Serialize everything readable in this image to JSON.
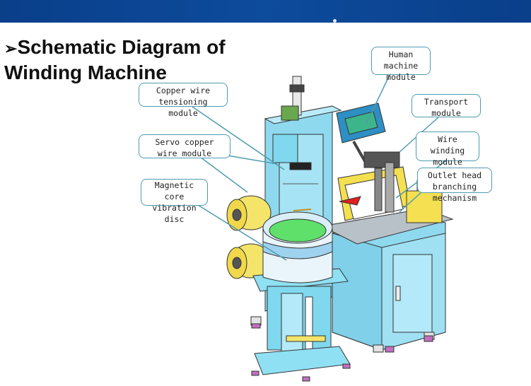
{
  "title": {
    "bullet": "➢",
    "line1": "Schematic Diagram of",
    "line2": "Winding Machine"
  },
  "callouts": {
    "hmi": "Human\nmachine\nmodule",
    "copper_tension": "Copper wire\ntensioning\nmodule",
    "transport": "Transport\nmodule",
    "servo_copper": "Servo copper\nwire module",
    "wire_winding": "Wire\nwinding\nmodule",
    "outlet_head": "Outlet head\nbranching\nmechanism",
    "magnetic_core": "Magnetic\ncore\nvibration\ndisc"
  },
  "colors": {
    "header": "#0d4b9c",
    "callout_border": "#4f9bb0",
    "machine_cyan": "#7fd8ee",
    "spool_yellow": "#f4e46a",
    "bowl_green": "#5fe06a"
  }
}
